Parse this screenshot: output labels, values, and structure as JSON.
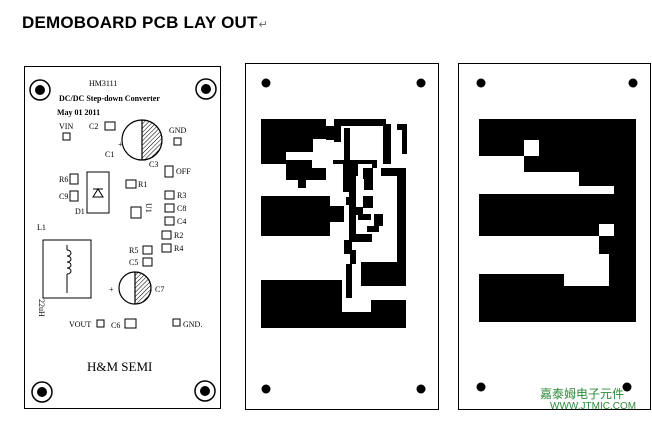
{
  "heading": {
    "title": "DEMOBOARD PCB LAY OUT",
    "mark": "↵"
  },
  "silkscreen": {
    "part": "HM3111",
    "subtitle": "DC/DC Step-down Converter",
    "date": "May 01 2011",
    "labels": {
      "vin": "VIN",
      "gnd_top": "GND",
      "c2": "C2",
      "plus1": "+",
      "c1": "C1",
      "c3": "C3",
      "off": "OFF",
      "r6": "R6",
      "r1": "R1",
      "c9": "C9",
      "r3": "R3",
      "d1": "D1",
      "u1": "U1",
      "c8": "C8",
      "c4": "C4",
      "r2": "R2",
      "r4": "R4",
      "l1": "L1",
      "r5": "R5",
      "c5": "C5",
      "plus2": "+",
      "c7": "C7",
      "inductor_value": "22uH",
      "vout": "VOUT",
      "c6": "C6",
      "gnd_bottom": "GND."
    },
    "brand": "H&M SEMI"
  },
  "watermark": {
    "chinese": "嘉泰姆电子元件",
    "url": "WWW.JTMIC.COM"
  }
}
